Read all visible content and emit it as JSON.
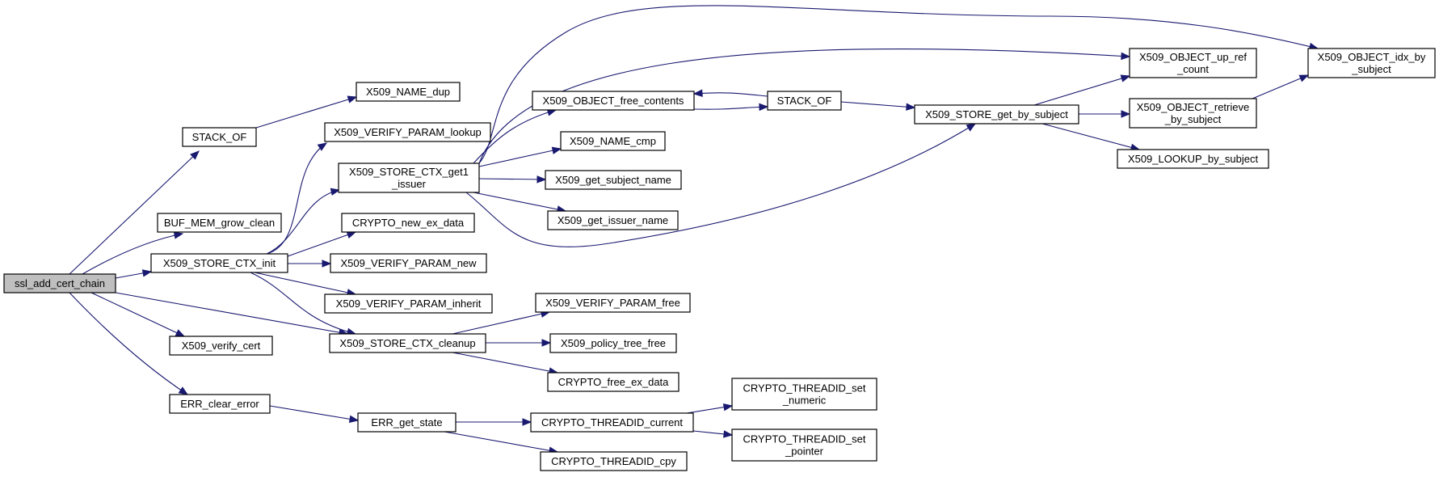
{
  "graph": {
    "nodes": [
      {
        "id": "ssl_add_cert_chain",
        "lines": [
          "ssl_add_cert_chain"
        ],
        "highlight": true
      },
      {
        "id": "STACK_OF_1",
        "lines": [
          "STACK_OF"
        ]
      },
      {
        "id": "X509_NAME_dup",
        "lines": [
          "X509_NAME_dup"
        ]
      },
      {
        "id": "BUF_MEM_grow_clean",
        "lines": [
          "BUF_MEM_grow_clean"
        ]
      },
      {
        "id": "X509_STORE_CTX_init",
        "lines": [
          "X509_STORE_CTX_init"
        ]
      },
      {
        "id": "X509_VERIFY_PARAM_lookup",
        "lines": [
          "X509_VERIFY_PARAM_lookup"
        ]
      },
      {
        "id": "X509_STORE_CTX_get1_issuer",
        "lines": [
          "X509_STORE_CTX_get1",
          "_issuer"
        ]
      },
      {
        "id": "CRYPTO_new_ex_data",
        "lines": [
          "CRYPTO_new_ex_data"
        ]
      },
      {
        "id": "X509_VERIFY_PARAM_new",
        "lines": [
          "X509_VERIFY_PARAM_new"
        ]
      },
      {
        "id": "X509_VERIFY_PARAM_inherit",
        "lines": [
          "X509_VERIFY_PARAM_inherit"
        ]
      },
      {
        "id": "X509_STORE_CTX_cleanup",
        "lines": [
          "X509_STORE_CTX_cleanup"
        ]
      },
      {
        "id": "X509_verify_cert",
        "lines": [
          "X509_verify_cert"
        ]
      },
      {
        "id": "ERR_clear_error",
        "lines": [
          "ERR_clear_error"
        ]
      },
      {
        "id": "ERR_get_state",
        "lines": [
          "ERR_get_state"
        ]
      },
      {
        "id": "X509_OBJECT_free_contents",
        "lines": [
          "X509_OBJECT_free_contents"
        ]
      },
      {
        "id": "X509_NAME_cmp",
        "lines": [
          "X509_NAME_cmp"
        ]
      },
      {
        "id": "X509_get_subject_name",
        "lines": [
          "X509_get_subject_name"
        ]
      },
      {
        "id": "X509_get_issuer_name",
        "lines": [
          "X509_get_issuer_name"
        ]
      },
      {
        "id": "X509_VERIFY_PARAM_free",
        "lines": [
          "X509_VERIFY_PARAM_free"
        ]
      },
      {
        "id": "X509_policy_tree_free",
        "lines": [
          "X509_policy_tree_free"
        ]
      },
      {
        "id": "CRYPTO_free_ex_data",
        "lines": [
          "CRYPTO_free_ex_data"
        ]
      },
      {
        "id": "CRYPTO_THREADID_current",
        "lines": [
          "CRYPTO_THREADID_current"
        ]
      },
      {
        "id": "CRYPTO_THREADID_cpy",
        "lines": [
          "CRYPTO_THREADID_cpy"
        ]
      },
      {
        "id": "STACK_OF_2",
        "lines": [
          "STACK_OF"
        ]
      },
      {
        "id": "X509_STORE_get_by_subject",
        "lines": [
          "X509_STORE_get_by_subject"
        ]
      },
      {
        "id": "X509_OBJECT_up_ref_count",
        "lines": [
          "X509_OBJECT_up_ref",
          "_count"
        ]
      },
      {
        "id": "X509_OBJECT_retrieve_by_subject",
        "lines": [
          "X509_OBJECT_retrieve",
          "_by_subject"
        ]
      },
      {
        "id": "X509_LOOKUP_by_subject",
        "lines": [
          "X509_LOOKUP_by_subject"
        ]
      },
      {
        "id": "X509_OBJECT_idx_by_subject",
        "lines": [
          "X509_OBJECT_idx_by",
          "_subject"
        ]
      },
      {
        "id": "CRYPTO_THREADID_set_numeric",
        "lines": [
          "CRYPTO_THREADID_set",
          "_numeric"
        ]
      },
      {
        "id": "CRYPTO_THREADID_set_pointer",
        "lines": [
          "CRYPTO_THREADID_set",
          "_pointer"
        ]
      }
    ],
    "edges": [
      {
        "from": "ssl_add_cert_chain",
        "to": "STACK_OF_1"
      },
      {
        "from": "ssl_add_cert_chain",
        "to": "BUF_MEM_grow_clean"
      },
      {
        "from": "ssl_add_cert_chain",
        "to": "X509_STORE_CTX_init"
      },
      {
        "from": "ssl_add_cert_chain",
        "to": "X509_STORE_CTX_cleanup"
      },
      {
        "from": "ssl_add_cert_chain",
        "to": "X509_verify_cert"
      },
      {
        "from": "ssl_add_cert_chain",
        "to": "ERR_clear_error"
      },
      {
        "from": "STACK_OF_1",
        "to": "X509_NAME_dup"
      },
      {
        "from": "X509_STORE_CTX_init",
        "to": "X509_VERIFY_PARAM_lookup"
      },
      {
        "from": "X509_STORE_CTX_init",
        "to": "X509_STORE_CTX_get1_issuer"
      },
      {
        "from": "X509_STORE_CTX_init",
        "to": "CRYPTO_new_ex_data"
      },
      {
        "from": "X509_STORE_CTX_init",
        "to": "X509_VERIFY_PARAM_new"
      },
      {
        "from": "X509_STORE_CTX_init",
        "to": "X509_VERIFY_PARAM_inherit"
      },
      {
        "from": "X509_STORE_CTX_init",
        "to": "X509_STORE_CTX_cleanup"
      },
      {
        "from": "X509_STORE_CTX_get1_issuer",
        "to": "X509_OBJECT_free_contents"
      },
      {
        "from": "X509_STORE_CTX_get1_issuer",
        "to": "X509_NAME_cmp"
      },
      {
        "from": "X509_STORE_CTX_get1_issuer",
        "to": "X509_get_subject_name"
      },
      {
        "from": "X509_STORE_CTX_get1_issuer",
        "to": "X509_get_issuer_name"
      },
      {
        "from": "X509_STORE_CTX_get1_issuer",
        "to": "X509_OBJECT_up_ref_count"
      },
      {
        "from": "X509_STORE_CTX_get1_issuer",
        "to": "X509_OBJECT_idx_by_subject"
      },
      {
        "from": "X509_STORE_CTX_get1_issuer",
        "to": "X509_STORE_get_by_subject"
      },
      {
        "from": "X509_STORE_CTX_cleanup",
        "to": "X509_VERIFY_PARAM_free"
      },
      {
        "from": "X509_STORE_CTX_cleanup",
        "to": "X509_policy_tree_free"
      },
      {
        "from": "X509_STORE_CTX_cleanup",
        "to": "CRYPTO_free_ex_data"
      },
      {
        "from": "ERR_clear_error",
        "to": "ERR_get_state"
      },
      {
        "from": "ERR_get_state",
        "to": "CRYPTO_THREADID_current"
      },
      {
        "from": "ERR_get_state",
        "to": "CRYPTO_THREADID_cpy"
      },
      {
        "from": "CRYPTO_THREADID_current",
        "to": "CRYPTO_THREADID_set_numeric"
      },
      {
        "from": "CRYPTO_THREADID_current",
        "to": "CRYPTO_THREADID_set_pointer"
      },
      {
        "from": "X509_OBJECT_free_contents",
        "to": "STACK_OF_2"
      },
      {
        "from": "STACK_OF_2",
        "to": "X509_OBJECT_free_contents"
      },
      {
        "from": "STACK_OF_2",
        "to": "X509_STORE_get_by_subject"
      },
      {
        "from": "X509_STORE_get_by_subject",
        "to": "X509_OBJECT_up_ref_count"
      },
      {
        "from": "X509_STORE_get_by_subject",
        "to": "X509_OBJECT_retrieve_by_subject"
      },
      {
        "from": "X509_STORE_get_by_subject",
        "to": "X509_LOOKUP_by_subject"
      },
      {
        "from": "X509_OBJECT_retrieve_by_subject",
        "to": "X509_OBJECT_idx_by_subject"
      }
    ]
  },
  "colors": {
    "edge": "#191970",
    "node_fill": "#ffffff",
    "root_fill": "#bfbfbf",
    "border": "#000000"
  }
}
